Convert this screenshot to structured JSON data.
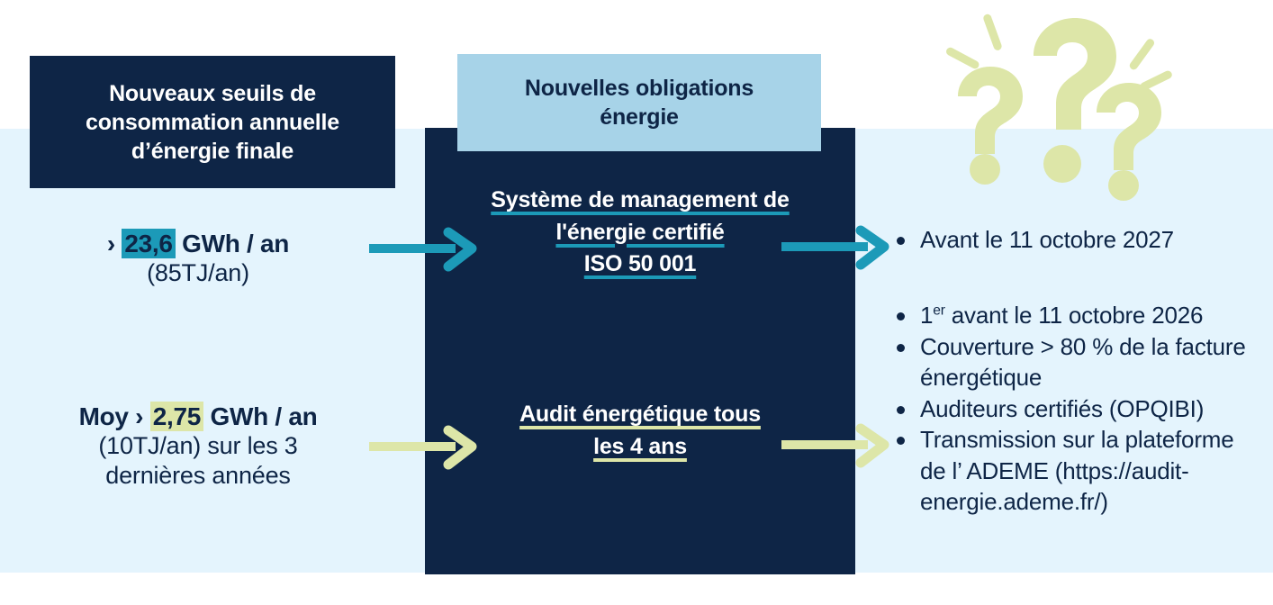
{
  "colors": {
    "navy": "#0e2546",
    "light_blue_bg": "#e4f4fd",
    "header_blue": "#a7d3e8",
    "teal": "#1c9ab8",
    "green": "#dde6a8",
    "white": "#ffffff"
  },
  "headers": {
    "left": "Nouveaux seuils de consommation annuelle d’énergie finale",
    "left_lines": [
      "Nouveaux seuils de",
      "consommation annuelle",
      "d’énergie finale"
    ],
    "middle": "Nouvelles obligations énergie",
    "middle_lines": [
      "Nouvelles obligations",
      "énergie"
    ]
  },
  "thresholds": [
    {
      "prefix": "›",
      "value": "23,6",
      "highlight": "teal",
      "unit": "GWh / an",
      "sub": "(85TJ/an)"
    },
    {
      "prefix": "Moy ›",
      "value": "2,75",
      "highlight": "green",
      "unit": "GWh / an",
      "sub": "(10TJ/an) sur les 3 dernières années",
      "sub_lines": [
        "(10TJ/an) sur les 3",
        "dernières années"
      ]
    }
  ],
  "obligations": [
    {
      "text": "Système de management de l'énergie certifié ISO 50 001",
      "lines": [
        "Système de management de",
        "l'énergie certifié",
        "ISO 50 001"
      ],
      "underline": "teal"
    },
    {
      "text": "Audit énergétique tous les 4 ans",
      "lines": [
        "Audit énergétique tous",
        "les 4 ans"
      ],
      "underline": "green"
    }
  ],
  "requirements": [
    {
      "accent": "teal",
      "items": [
        {
          "text": "Avant le 11 octobre 2027"
        }
      ]
    },
    {
      "accent": "green",
      "items": [
        {
          "text_before": "1",
          "sup": "er",
          "text_after": " avant le 11 octobre 2026"
        },
        {
          "text": "Couverture > 80 % de la facture énergétique"
        },
        {
          "text": "Auditeurs certifiés (OPQIBI)"
        },
        {
          "text": "Transmission sur la plateforme de l’ ADEME (https://audit-energie.ademe.fr/)"
        }
      ]
    }
  ],
  "decoration": {
    "question_marks": "three question marks with radiating spark lines",
    "color": "#dde6a8"
  },
  "arrows": [
    {
      "name": "arrow-left-to-middle-1",
      "color": "#1c9ab8"
    },
    {
      "name": "arrow-left-to-middle-2",
      "color": "#dde6a8"
    },
    {
      "name": "arrow-middle-to-right-1",
      "color": "#1c9ab8"
    },
    {
      "name": "arrow-middle-to-right-2",
      "color": "#dde6a8"
    }
  ]
}
